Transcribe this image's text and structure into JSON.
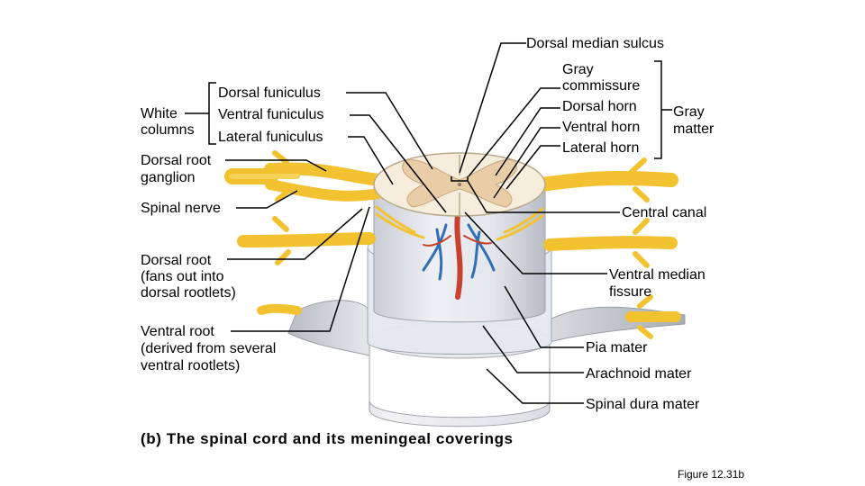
{
  "labels": {
    "dorsal_median_sulcus": "Dorsal median sulcus",
    "gray_commissure_1": "Gray",
    "gray_commissure_2": "commissure",
    "dorsal_horn": "Dorsal horn",
    "ventral_horn": "Ventral horn",
    "lateral_horn": "Lateral horn",
    "gray_matter_1": "Gray",
    "gray_matter_2": "matter",
    "dorsal_funiculus": "Dorsal funiculus",
    "ventral_funiculus": "Ventral funiculus",
    "lateral_funiculus": "Lateral funiculus",
    "white_columns_1": "White",
    "white_columns_2": "columns",
    "dorsal_root_ganglion_1": "Dorsal root",
    "dorsal_root_ganglion_2": "ganglion",
    "spinal_nerve": "Spinal nerve",
    "central_canal": "Central canal",
    "dorsal_root_1": "Dorsal root",
    "dorsal_root_2": "(fans out into",
    "dorsal_root_3": "dorsal rootlets)",
    "ventral_median_fissure_1": "Ventral median",
    "ventral_median_fissure_2": "fissure",
    "ventral_root_1": "Ventral root",
    "ventral_root_2": "(derived from several",
    "ventral_root_3": "ventral rootlets)",
    "pia_mater": "Pia mater",
    "arachnoid_mater": "Arachnoid mater",
    "spinal_dura_mater": "Spinal dura mater"
  },
  "caption": "(b)  The spinal cord and its meningeal coverings",
  "figure_number": "Figure 12.31b",
  "colors": {
    "nerve": "#f2c230",
    "nerve_outline": "#d9a21a",
    "gray_matter": "#eed7b6",
    "white_matter": "#f6eddd",
    "dura": "#dcdde2",
    "arachnoid": "#e6ebf2",
    "vein": "#2f6fb5",
    "artery": "#c8402e"
  }
}
